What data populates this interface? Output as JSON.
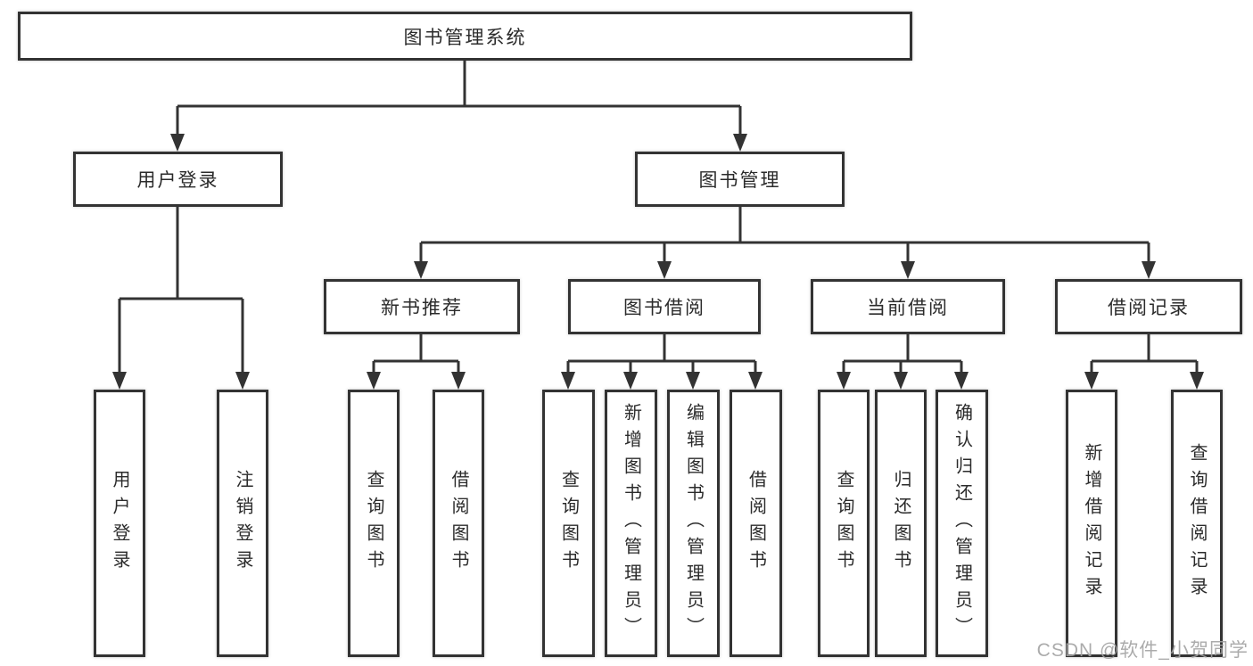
{
  "colors": {
    "line": "#333333",
    "text": "#2b2b2b",
    "box_background": "#ffffff",
    "watermark": "#a3a3a3"
  },
  "watermark": "CSDN @软件_小贺同学",
  "tree": {
    "root": {
      "label": "图书管理系统"
    },
    "branches": [
      {
        "label": "用户登录",
        "leaves": [
          "用户登录",
          "注销登录"
        ]
      },
      {
        "label": "图书管理",
        "groups": [
          {
            "label": "新书推荐",
            "leaves": [
              "查询图书",
              "借阅图书"
            ]
          },
          {
            "label": "图书借阅",
            "leaves": [
              "查询图书",
              "新增图书（管理员）",
              "编辑图书（管理员）",
              "借阅图书"
            ]
          },
          {
            "label": "当前借阅",
            "leaves": [
              "查询图书",
              "归还图书",
              "确认归还（管理员）"
            ]
          },
          {
            "label": "借阅记录",
            "leaves": [
              "新增借阅记录",
              "查询借阅记录"
            ]
          }
        ]
      }
    ]
  }
}
